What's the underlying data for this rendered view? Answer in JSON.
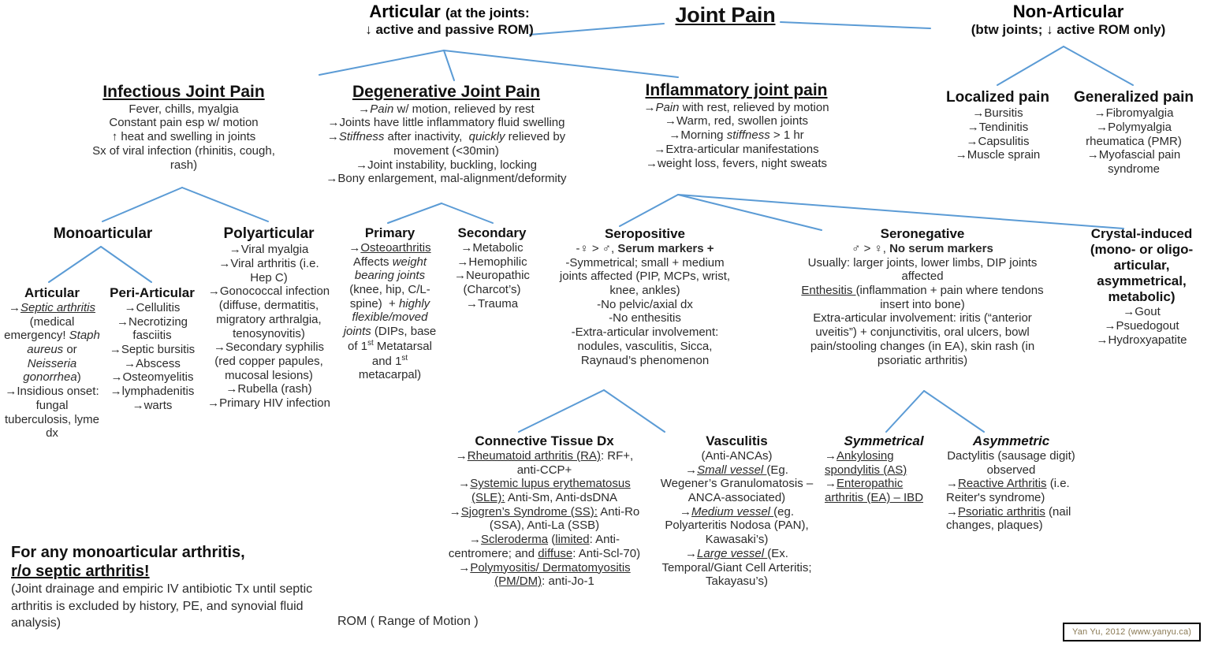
{
  "meta": {
    "title": "Joint Pain",
    "rom_legend": "ROM ( Range of Motion )",
    "credit": "Yan Yu, 2012 (www.yanyu.ca)",
    "line_color": "#5b9bd5",
    "text_color": "#2b2b2b"
  },
  "root": {
    "label": "Joint Pain"
  },
  "articular": {
    "title": "Articular",
    "subtitle": "(at the joints:",
    "subtitle2": "↓ active and passive ROM)"
  },
  "nonarticular": {
    "title": "Non-Articular",
    "subtitle": "(btw joints; ↓ active ROM only)",
    "localized": {
      "title": "Localized pain",
      "items": [
        "→Bursitis",
        "→Tendinitis",
        "→Capsulitis",
        "→Muscle sprain"
      ]
    },
    "generalized": {
      "title": "Generalized pain",
      "items": [
        "→Fibromyalgia",
        "→Polymyalgia rheumatica (PMR)",
        "→Myofascial pain syndrome"
      ]
    }
  },
  "infectious": {
    "title": "Infectious Joint Pain",
    "lines": [
      "Fever, chills, myalgia",
      "Constant pain esp w/ motion",
      "↑ heat and swelling in joints",
      "Sx of viral infection (rhinitis, cough, rash)"
    ],
    "monoarticular": {
      "title": "Monoarticular",
      "articular": {
        "title": "Articular",
        "text": "→Septic arthritis (medical emergency! Staph aureus or Neisseria gonorrhea) →Insidious onset: fungal tuberculosis, lyme dx"
      },
      "periarticular": {
        "title": "Peri-Articular",
        "items": [
          "→Cellulitis",
          "→Necrotizing fasciitis",
          "→Septic bursitis",
          "→Abscess",
          "→Osteomyelitis",
          "→lymphadenitis",
          "→warts"
        ]
      }
    },
    "polyarticular": {
      "title": "Polyarticular",
      "items": [
        "→Viral myalgia",
        "→Viral arthritis (i.e. Hep C)",
        "→Gonococcal infection (diffuse, dermatitis, migratory arthralgia, tenosynovitis)",
        "→Secondary syphilis (red copper papules, mucosal lesions)",
        "→Rubella (rash)",
        "→Primary HIV infection"
      ]
    }
  },
  "degenerative": {
    "title": "Degenerative Joint Pain",
    "lines": [
      "→Pain w/ motion, relieved by rest",
      "→Joints have little inflammatory fluid swelling",
      "→Stiffness after inactivity,  quickly relieved by movement (<30min)",
      "→Joint instability, buckling, locking",
      "→Bony enlargement, mal-alignment/deformity"
    ],
    "primary": {
      "title": "Primary",
      "text": "→Osteoarthritis Affects weight bearing joints (knee, hip, C/L-spine)  + highly flexible/moved joints (DIPs, base of 1st Metatarsal and 1st metacarpal)"
    },
    "secondary": {
      "title": "Secondary",
      "items": [
        "→Metabolic",
        "→Hemophilic",
        "→Neuropathic (Charcot’s)",
        "→Trauma"
      ]
    }
  },
  "inflammatory": {
    "title": "Inflammatory joint pain",
    "lines": [
      "→Pain with rest, relieved by motion",
      "→Warm, red, swollen joints",
      "→Morning stiffness > 1 hr",
      "→Extra-articular manifestations",
      "→weight loss, fevers, night sweats"
    ],
    "seropositive": {
      "title": "Seropositive",
      "lines": [
        "-♀ > ♂, Serum markers +",
        "-Symmetrical; small + medium joints affected (PIP, MCPs, wrist, knee, ankles)",
        "-No pelvic/axial dx",
        "-No enthesitis",
        "-Extra-articular involvement: nodules, vasculitis, Sicca, Raynaud’s phenomenon"
      ],
      "connective": {
        "title": "Connective Tissue Dx",
        "items": [
          "→Rheumatoid arthritis (RA): RF+, anti-CCP+",
          "→Systemic lupus erythematosus (SLE): Anti-Sm, Anti-dsDNA",
          "→Sjogren’s Syndrome (SS): Anti-Ro (SSA), Anti-La (SSB)",
          "→Scleroderma (limited: Anti-centromere; and diffuse: Anti-Scl-70)",
          "→Polymyositis/ Dermatomyositis (PM/DM): anti-Jo-1"
        ]
      },
      "vasculitis": {
        "title": "Vasculitis",
        "items": [
          "(Anti-ANCAs)",
          "→Small vessel (Eg. Wegener’s Granulomatosis – ANCA-associated)",
          "→Medium vessel (eg. Polyarteritis Nodosa (PAN), Kawasaki’s)",
          "→Large vessel (Ex. Temporal/Giant Cell Arteritis; Takayasu’s)"
        ]
      }
    },
    "seronegative": {
      "title": "Seronegative",
      "lines": [
        "♂ > ♀, No serum markers",
        "Usually: larger joints, lower limbs, DIP joints affected",
        "Enthesitis (inflammation + pain where tendons insert into bone)",
        "Extra-articular involvement: iritis (“anterior uveitis”) + conjunctivitis, oral ulcers, bowl pain/stooling changes (in EA), skin rash (in psoriatic arthritis)"
      ],
      "symmetrical": {
        "title": "Symmetrical",
        "items": [
          "→Ankylosing spondylitis (AS)",
          "→Enteropathic arthritis (EA) – IBD"
        ]
      },
      "asymmetric": {
        "title": "Asymmetric",
        "items": [
          "Dactylitis (sausage digit) observed",
          "→Reactive Arthritis (i.e. Reiter's syndrome)",
          "→Psoriatic arthritis (nail changes, plaques)"
        ]
      }
    },
    "crystal": {
      "title": "Crystal-induced",
      "subtitle": "(mono- or oligo-articular, asymmetrical, metabolic)",
      "items": [
        "→Gout",
        "→Psuedogout",
        "→Hydroxyapatite"
      ]
    }
  },
  "note": {
    "heading1": "For any monoarticular arthritis,",
    "heading2": "r/o septic arthritis!",
    "body": "(Joint drainage and empiric IV antibiotic Tx until septic arthritis is excluded by history, PE, and synovial fluid analysis)"
  }
}
